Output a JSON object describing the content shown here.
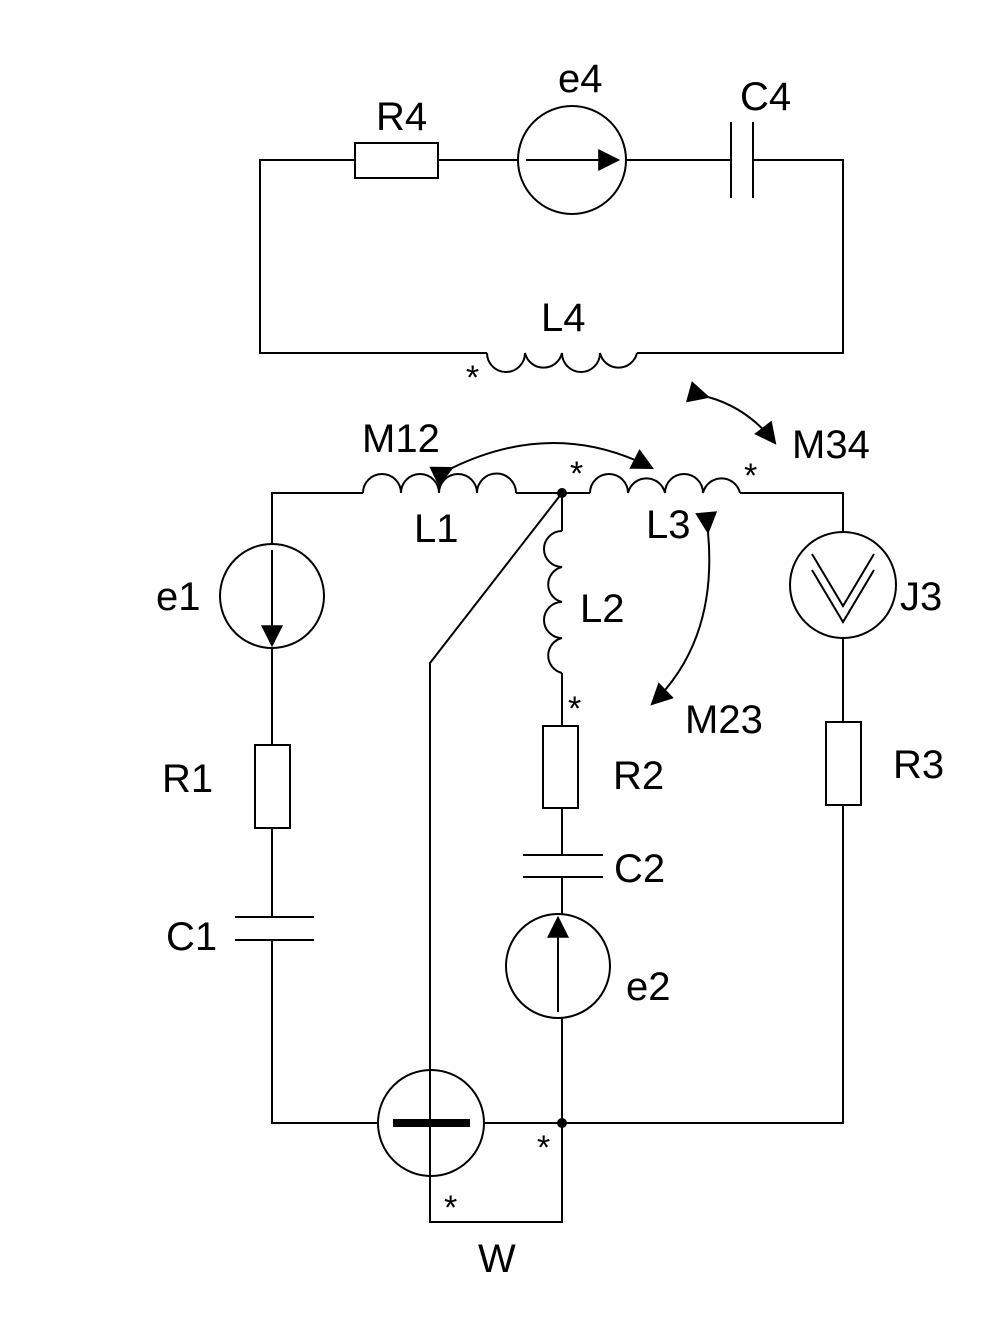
{
  "labels": {
    "r4": "R4",
    "e4": "e4",
    "c4": "C4",
    "l4": "L4",
    "m12": "M12",
    "m34": "M34",
    "m23": "M23",
    "l1": "L1",
    "l2": "L2",
    "l3": "L3",
    "e1": "e1",
    "r1": "R1",
    "c1": "C1",
    "r2": "R2",
    "c2": "C2",
    "e2": "e2",
    "j3": "J3",
    "r3": "R3",
    "w": "W"
  },
  "markers": {
    "dot": "*"
  }
}
